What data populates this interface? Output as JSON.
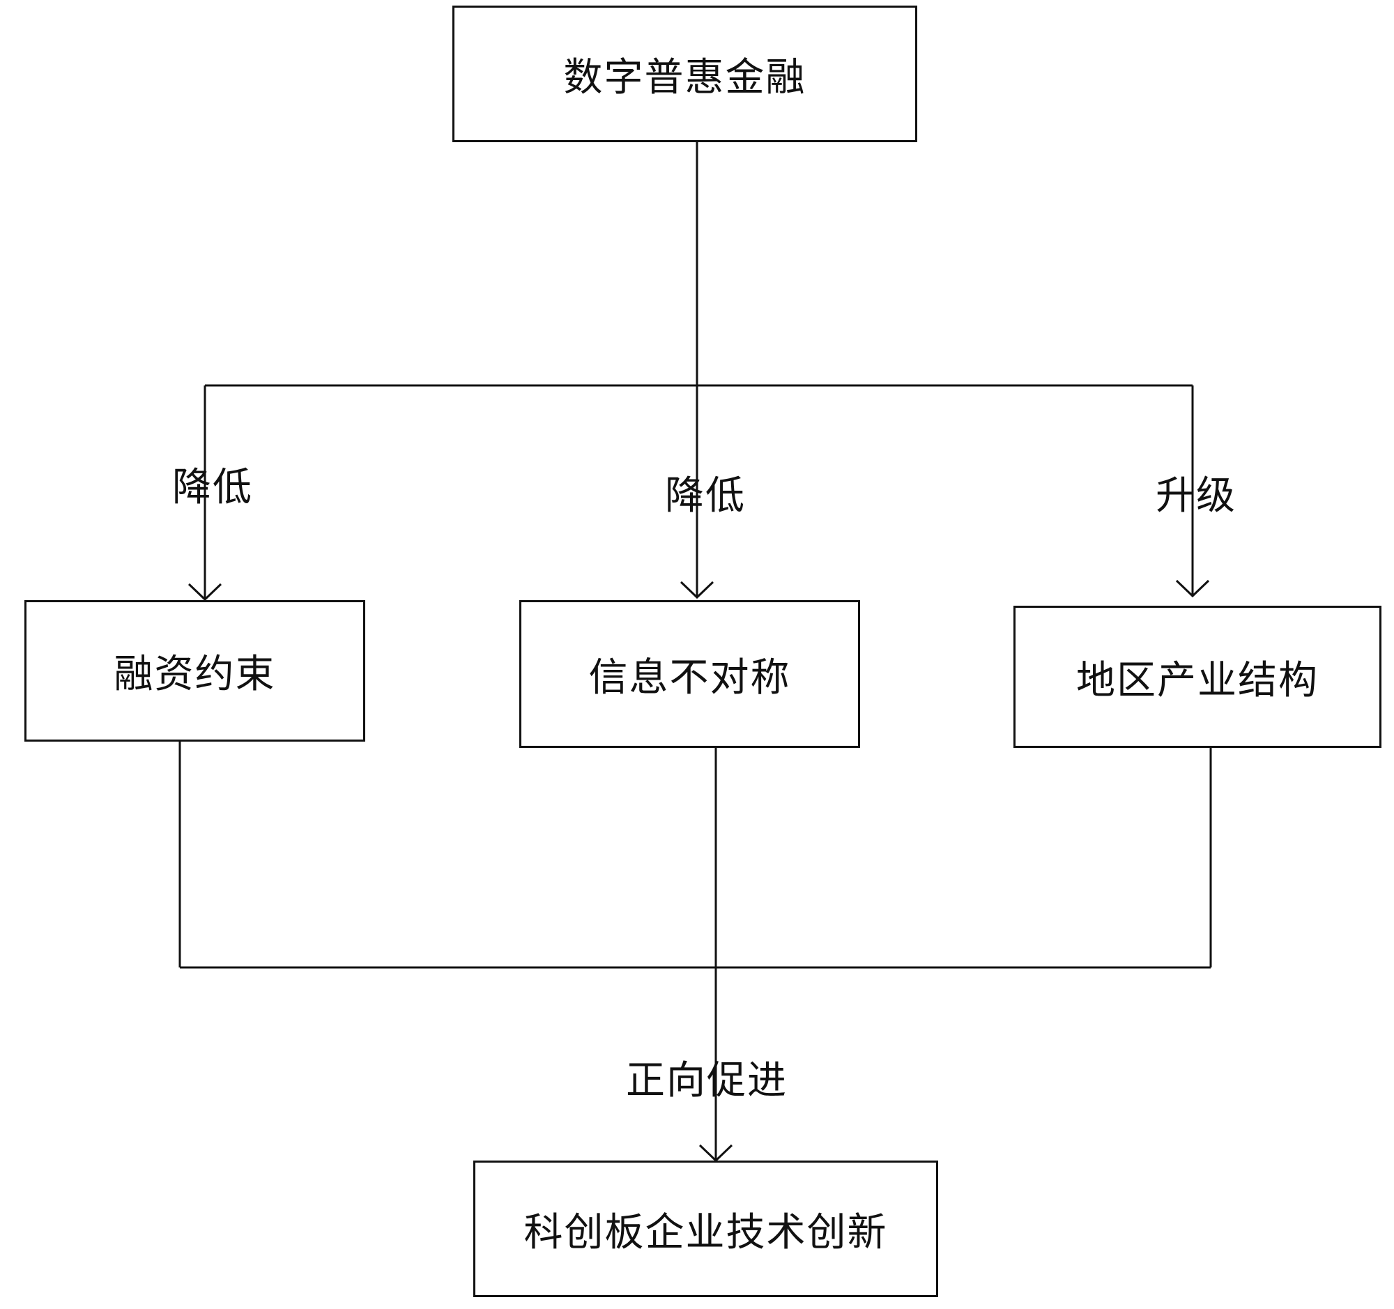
{
  "diagram": {
    "nodes": {
      "top": "数字普惠金融",
      "financing": "融资约束",
      "information": "信息不对称",
      "industry": "地区产业结构",
      "bottom": "科创板企业技术创新"
    },
    "edges": {
      "financing": "降低",
      "information": "降低",
      "industry": "升级",
      "bottom": "正向促进"
    },
    "line_color": "#111111"
  }
}
